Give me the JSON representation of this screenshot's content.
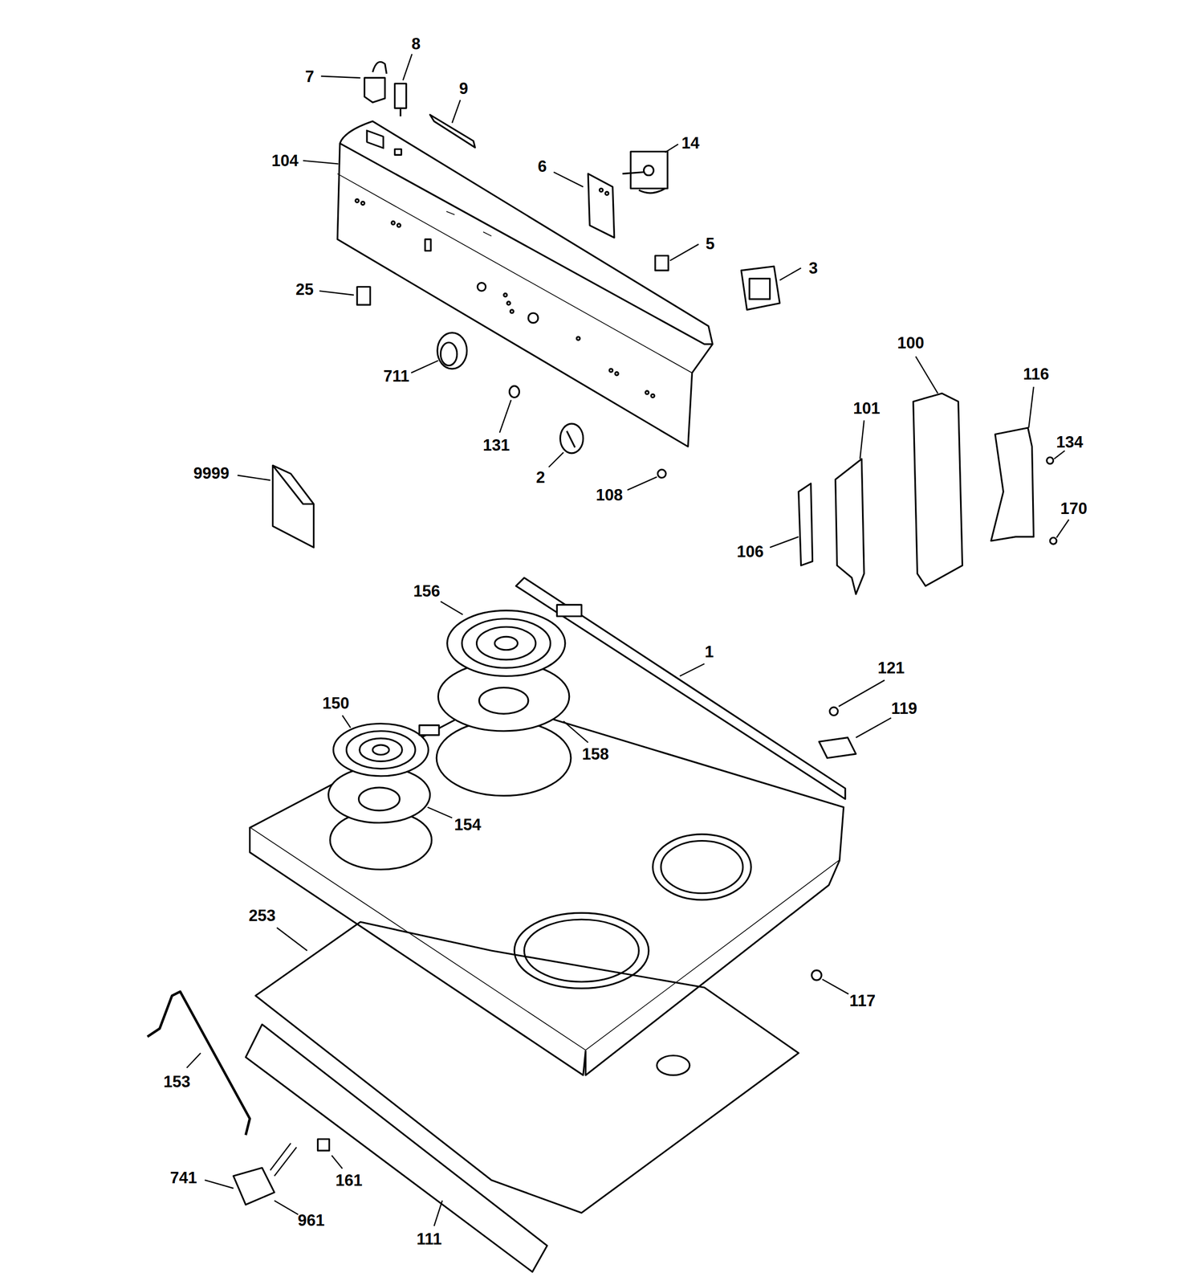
{
  "diagram": {
    "labels": [
      "8",
      "7",
      "9",
      "14",
      "104",
      "6",
      "5",
      "3",
      "25",
      "711",
      "100",
      "116",
      "101",
      "131",
      "134",
      "2",
      "9999",
      "108",
      "170",
      "106",
      "156",
      "1",
      "121",
      "119",
      "150",
      "158",
      "154",
      "253",
      "117",
      "153",
      "741",
      "161",
      "961",
      "111"
    ]
  }
}
